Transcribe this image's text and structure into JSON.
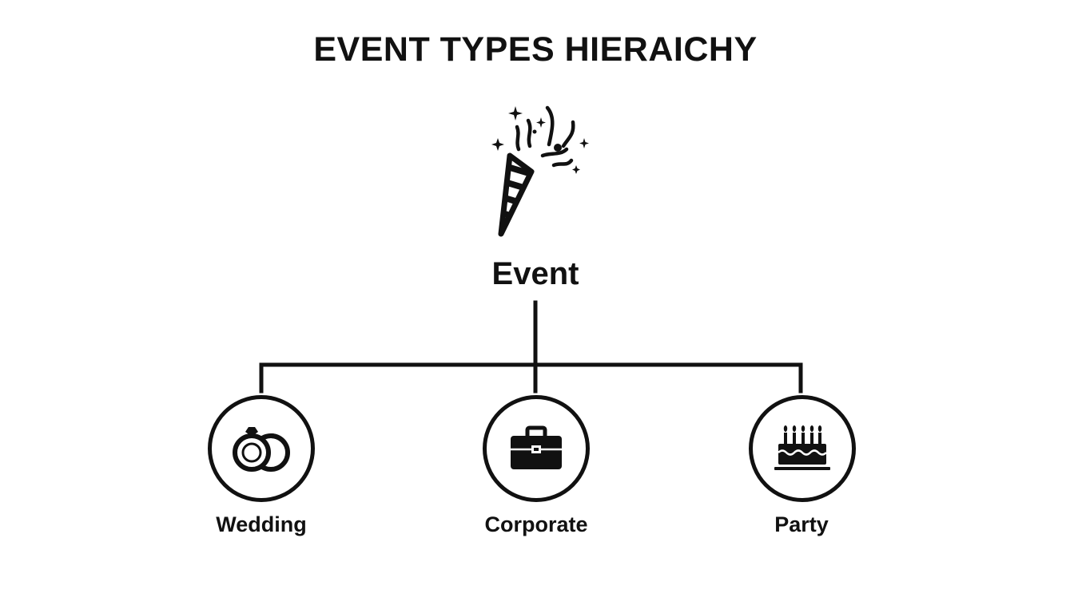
{
  "diagram": {
    "title": "EVENT TYPES HIERAICHY",
    "root": {
      "label": "Event",
      "icon": "party-popper-icon"
    },
    "children": [
      {
        "label": "Wedding",
        "icon": "wedding-rings-icon"
      },
      {
        "label": "Corporate",
        "icon": "briefcase-icon"
      },
      {
        "label": "Party",
        "icon": "birthday-cake-icon"
      }
    ],
    "colors": {
      "line": "#111111",
      "background": "#ffffff"
    }
  }
}
